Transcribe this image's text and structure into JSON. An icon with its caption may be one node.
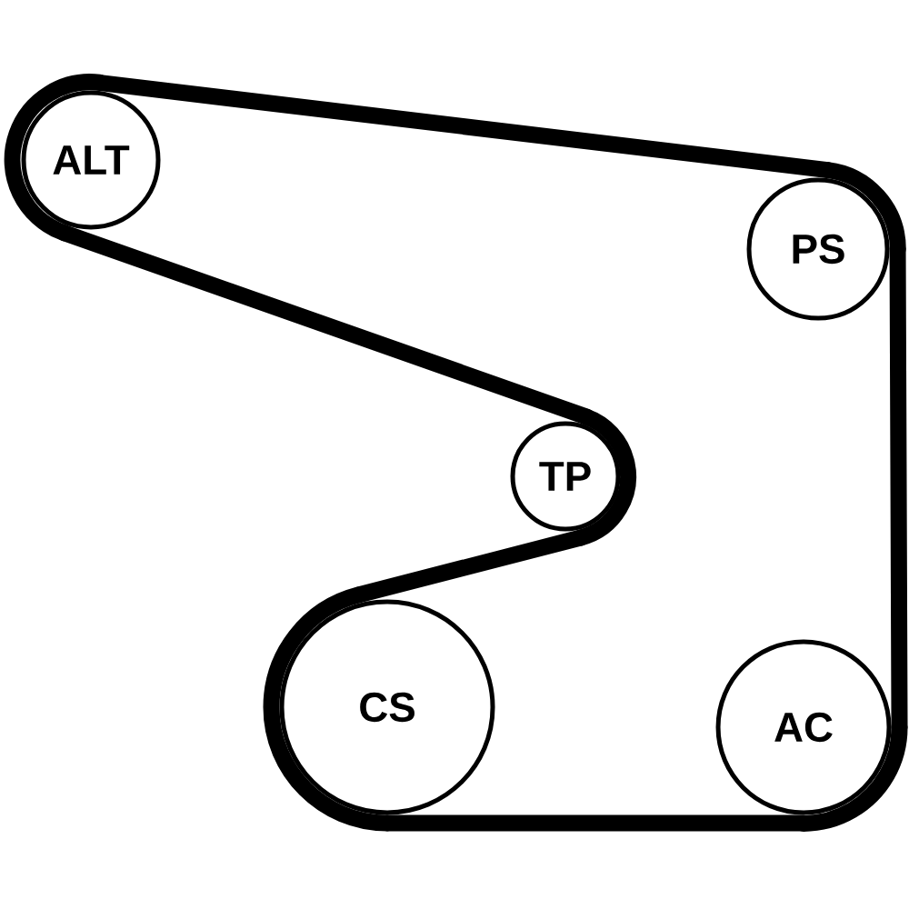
{
  "diagram": {
    "nodes": [
      {
        "text": [
          "ALT"
        ]
      },
      {
        "text": [
          "PS"
        ]
      },
      {
        "text": [
          "TP"
        ]
      },
      {
        "text": [
          "CS"
        ]
      },
      {
        "text": [
          "AC"
        ]
      }
    ],
    "edges": [
      {
        "from": 0,
        "to": 1,
        "arrow": "none"
      },
      {
        "from": 1,
        "to": 4,
        "arrow": "none"
      },
      {
        "from": 4,
        "to": 3,
        "arrow": "none"
      },
      {
        "from": 3,
        "to": 2,
        "arrow": "none"
      },
      {
        "from": 2,
        "to": 0,
        "arrow": "none"
      }
    ]
  }
}
